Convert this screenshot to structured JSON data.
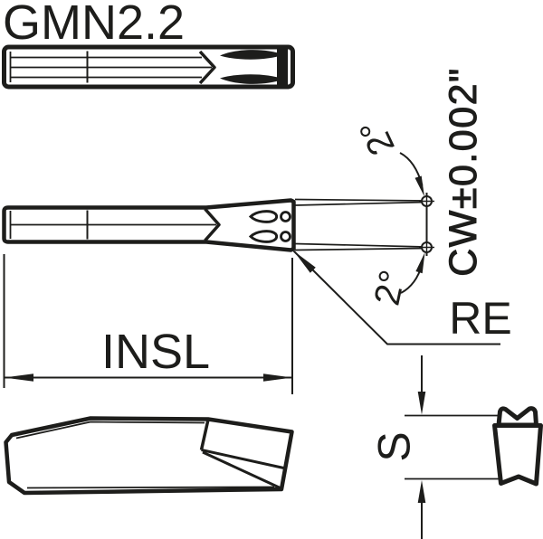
{
  "drawing": {
    "title": "GMN2.2",
    "labels": {
      "insl": "INSL",
      "re": "RE",
      "s": "S",
      "cw_tolerance": "CW±0.002\"",
      "angle_top": "2°",
      "angle_bottom": "2°"
    },
    "colors": {
      "ink": "#1d1d1b",
      "background": "#ffffff"
    }
  }
}
